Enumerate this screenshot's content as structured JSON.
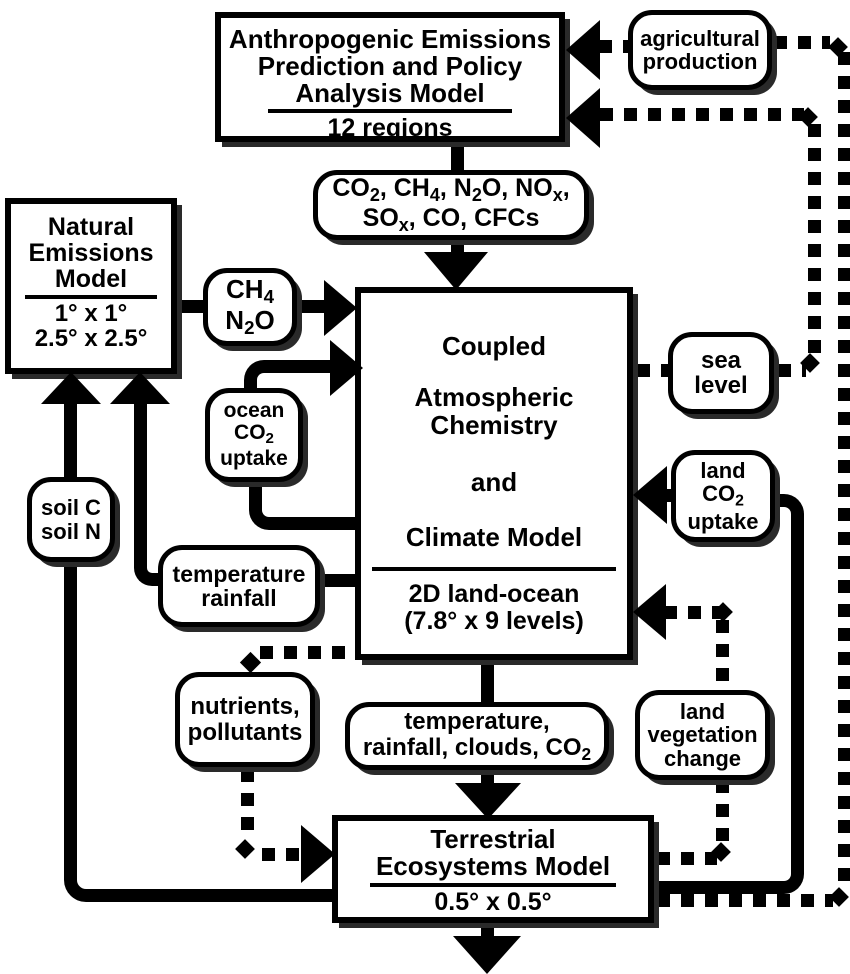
{
  "diagram": {
    "colors": {
      "ink": "#000000",
      "paper": "#ffffff",
      "shadow": "#2a2a2a"
    },
    "nodes": {
      "aeppa": {
        "lines": [
          "Anthropogenic Emissions",
          "Prediction and Policy",
          "Analysis Model"
        ],
        "detail": "12 regions"
      },
      "agricultural_production": {
        "lines": [
          "agricultural",
          "production"
        ]
      },
      "emitted_gases": {
        "lines": [
          "CO~2~, CH~4~, N~2~O, NO~x~,",
          "SO~x~, CO, CFCs"
        ]
      },
      "natural_emissions": {
        "lines": [
          "Natural",
          "Emissions",
          "Model"
        ],
        "details": [
          "1° x 1°",
          "2.5° x 2.5°"
        ]
      },
      "ch4_n2o": {
        "lines": [
          "CH~4~",
          "N~2~O"
        ]
      },
      "ocean_co2_uptake": {
        "lines": [
          "ocean",
          "CO~2~",
          "uptake"
        ]
      },
      "sea_level": {
        "lines": [
          "sea",
          "level"
        ]
      },
      "coupled_model": {
        "lines": [
          "Coupled",
          "Atmospheric",
          "Chemistry",
          "and",
          "Climate Model"
        ],
        "details": [
          "2D land-ocean",
          "(7.8° x 9 levels)"
        ]
      },
      "land_co2_uptake": {
        "lines": [
          "land",
          "CO~2~",
          "uptake"
        ]
      },
      "soil": {
        "lines": [
          "soil C",
          "soil N"
        ]
      },
      "temperature_rainfall": {
        "lines": [
          "temperature",
          "rainfall"
        ]
      },
      "nutrients_pollutants": {
        "lines": [
          "nutrients,",
          "pollutants"
        ]
      },
      "temp_rain_clouds_co2": {
        "lines": [
          "temperature,",
          "rainfall, clouds, CO~2~"
        ]
      },
      "land_vegetation_change": {
        "lines": [
          "land",
          "vegetation",
          "change"
        ]
      },
      "terrestrial_ecosystems": {
        "lines": [
          "Terrestrial",
          "Ecosystems Model"
        ],
        "detail": "0.5° x 0.5°"
      }
    }
  }
}
